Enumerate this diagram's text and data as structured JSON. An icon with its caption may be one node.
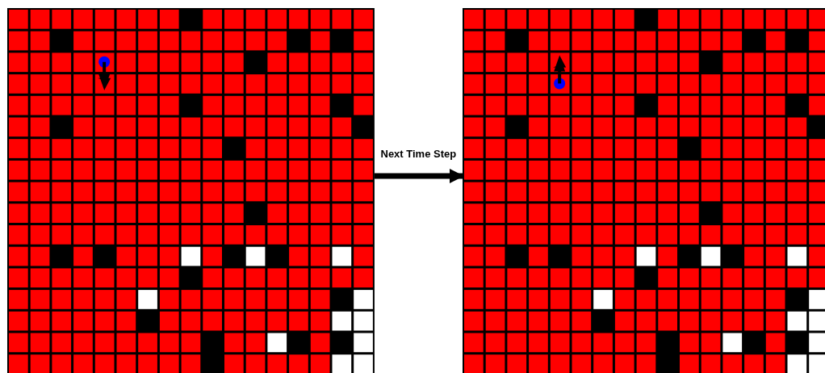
{
  "diagram": {
    "nodes": [
      {
        "text": [],
        "shape": "grid"
      },
      {
        "text": [],
        "shape": "grid"
      }
    ],
    "edges": [
      {
        "from": 0,
        "to": 1,
        "arrow": "to",
        "label": "Next Time Step"
      }
    ]
  }
}
